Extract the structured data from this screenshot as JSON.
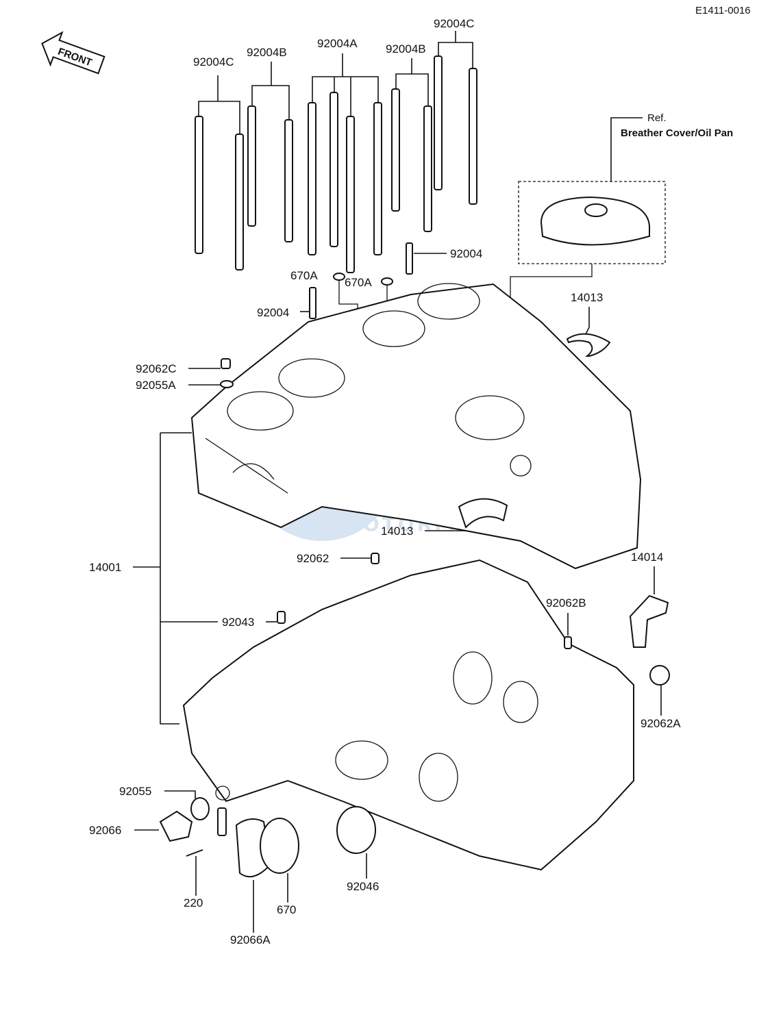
{
  "diagram_id": "E1411-0016",
  "front_arrow": "FRONT",
  "reference": {
    "prefix": "Ref.",
    "name": "Breather Cover/Oil Pan"
  },
  "watermark": {
    "brand": "MOTORPARTS",
    "color": "#2a6fb5"
  },
  "labels": {
    "stud_c_left": "92004C",
    "stud_b_left": "92004B",
    "stud_a": "92004A",
    "stud_b_right": "92004B",
    "stud_c_right": "92004C",
    "stud_right": "92004",
    "oring_670a_left": "670A",
    "oring_670a_right": "670A",
    "stud_left": "92004",
    "plug_92062c": "92062C",
    "gasket_92055a": "92055A",
    "bearing_14013_top": "14013",
    "bearing_14013_mid": "14013",
    "crankcase_14001": "14001",
    "plug_92062": "92062",
    "dowel_92043": "92043",
    "bracket_14014": "14014",
    "plug_92062b": "92062B",
    "plug_92062a": "92062A",
    "gasket_92055": "92055",
    "plug_92066": "92066",
    "bolt_220": "220",
    "oring_670": "670",
    "bearing_92046": "92046",
    "cap_92066a": "92066A"
  }
}
